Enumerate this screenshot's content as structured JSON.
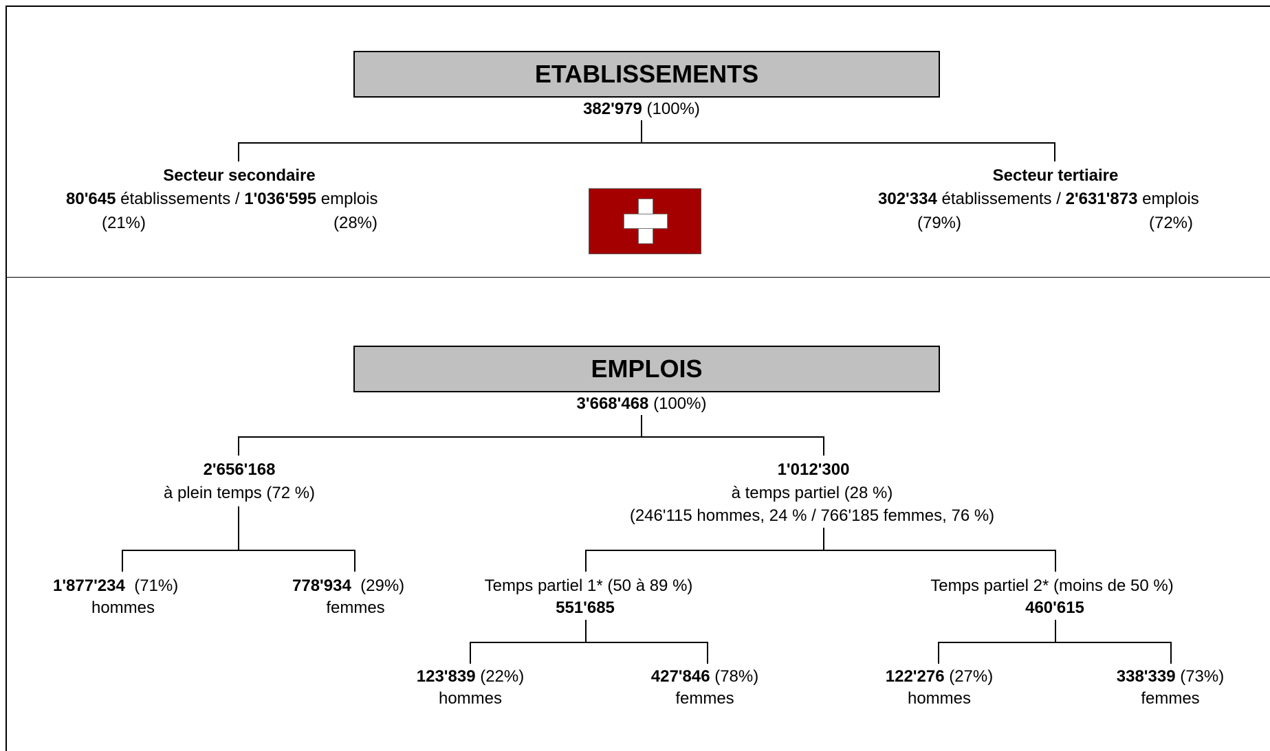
{
  "etab": {
    "title": "ETABLISSEMENTS",
    "total": "382'979",
    "total_pct": "(100%)",
    "secondaire": {
      "heading": "Secteur secondaire",
      "etab": "80'645",
      "etab_label": "établissements /",
      "emplois": "1'036'595",
      "emplois_label": "emplois",
      "etab_pct": "(21%)",
      "emplois_pct": "(28%)"
    },
    "tertiaire": {
      "heading": "Secteur tertiaire",
      "etab": "302'334",
      "etab_label": "établissements /",
      "emplois": "2'631'873",
      "emplois_label": "emplois",
      "etab_pct": "(79%)",
      "emplois_pct": "(72%)"
    }
  },
  "emplois": {
    "title": "EMPLOIS",
    "total": "3'668'468",
    "total_pct": "(100%)",
    "plein": {
      "value": "2'656'168",
      "label": "à plein temps (72 %)",
      "hommes": {
        "value": "1'877'234",
        "pct": "(71%)",
        "label": "hommes"
      },
      "femmes": {
        "value": "778'934",
        "pct": "(29%)",
        "label": "femmes"
      }
    },
    "partiel": {
      "value": "1'012'300",
      "label": "à temps partiel (28 %)",
      "detail": "(246'115 hommes, 24 % / 766'185 femmes, 76 %)",
      "p1": {
        "label": "Temps partiel 1* (50 à 89 %)",
        "value": "551'685",
        "hommes": {
          "value": "123'839",
          "pct": "(22%)",
          "label": "hommes"
        },
        "femmes": {
          "value": "427'846",
          "pct": "(78%)",
          "label": "femmes"
        }
      },
      "p2": {
        "label": "Temps partiel 2* (moins de 50 %)",
        "value": "460'615",
        "hommes": {
          "value": "122'276",
          "pct": "(27%)",
          "label": "hommes"
        },
        "femmes": {
          "value": "338'339",
          "pct": "(73%)",
          "label": "femmes"
        }
      }
    }
  }
}
